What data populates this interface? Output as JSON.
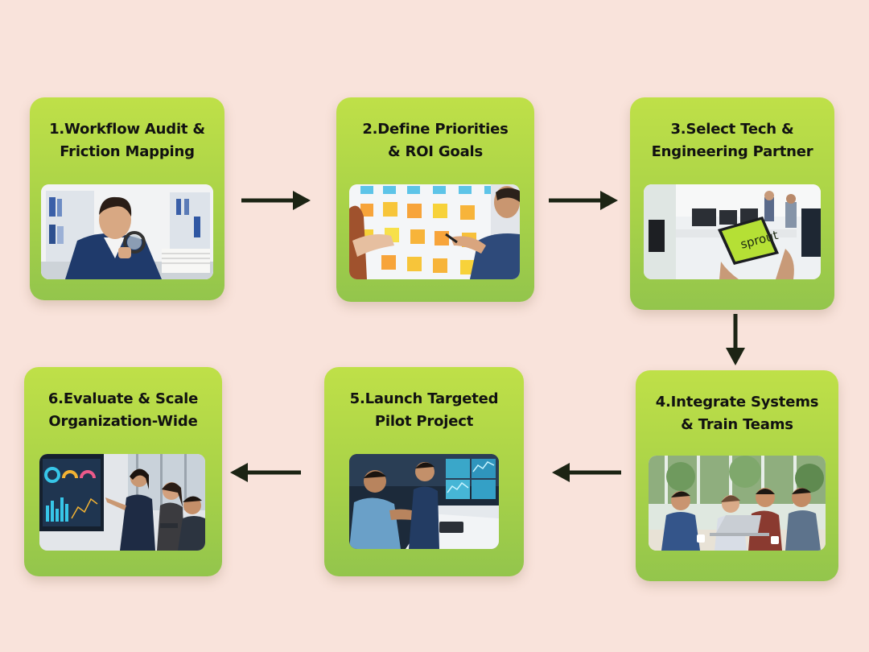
{
  "steps": [
    {
      "number": "1.",
      "title": "Workflow Audit &\nFriction Mapping",
      "photo": "auditor-with-magnifying-glass"
    },
    {
      "number": "2.",
      "title": "Define Priorities\n& ROI Goals",
      "photo": "sticky-notes-planning-board"
    },
    {
      "number": "3.",
      "title": "Select Tech &\nEngineering Partner",
      "photo": "tablet-in-office",
      "tablet_text": "sprout"
    },
    {
      "number": "4.",
      "title": "Integrate Systems\n& Train Teams",
      "photo": "team-at-laptop"
    },
    {
      "number": "5.",
      "title": "Launch Targeted\nPilot Project",
      "photo": "engineers-at-monitors"
    },
    {
      "number": "6.",
      "title": "Evaluate & Scale\nOrganization-Wide",
      "photo": "presenter-with-dashboard"
    }
  ],
  "colors": {
    "background": "#f9e3db",
    "card": "#a8d248",
    "arrow": "#1c2414",
    "text": "#111111"
  },
  "icons": [
    "arrow-right-icon",
    "arrow-down-icon",
    "arrow-left-icon"
  ]
}
